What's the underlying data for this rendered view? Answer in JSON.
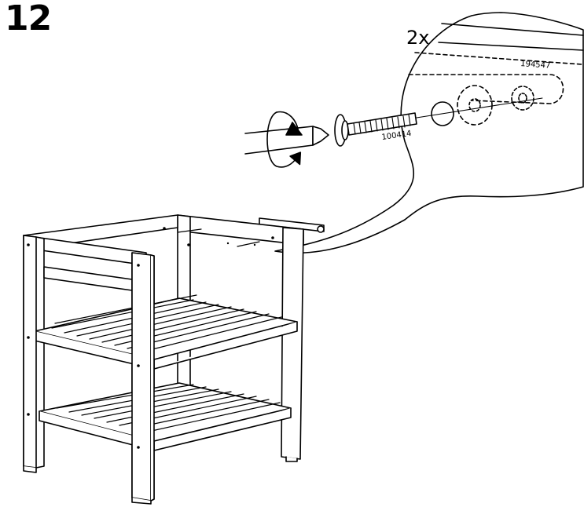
{
  "step": {
    "number": "12"
  },
  "callout": {
    "quantity": "2x",
    "screw_part_number": "100414",
    "rail_part_number": "194547"
  },
  "colors": {
    "ink": "#000000",
    "paper": "#ffffff",
    "shadow": "#7a7a7a"
  },
  "icons": [
    "screwdriver-icon",
    "rotate-clockwise-icon",
    "screw-icon"
  ]
}
